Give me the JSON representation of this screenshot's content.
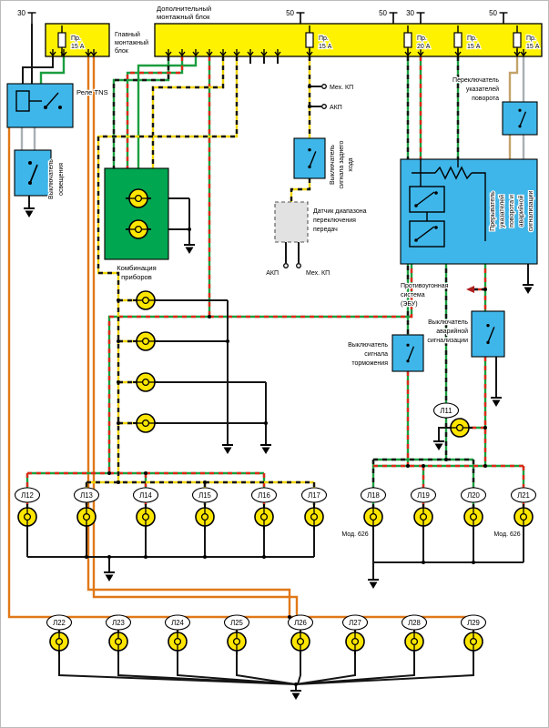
{
  "palette": {
    "wireOrange": "#e07818",
    "wireBlack": "#151515",
    "wireGreen": "#1a9e3f",
    "wireRed": "#e02818",
    "wireYellow": "#f0d400",
    "wireGray": "#a9b0b4",
    "wireTan": "#c3a36b",
    "blockYellow": "#fff200",
    "boxBlue": "#3fb6e9",
    "boxGreen": "#00a650",
    "boxGray": "#e2e2e2",
    "lampYellow": "#ffe600"
  },
  "labels": {
    "t30": "30",
    "t50": "50",
    "pr": "Пр.",
    "a15": "15 А",
    "a20": "20 А",
    "main1": "Главный",
    "main2": "монтажный",
    "main3": "блок",
    "add1": "Дополнительный",
    "add2": "монтажный блок",
    "relay": "Реле TNS",
    "sw": "Выключатель",
    "light2": "освещения",
    "cl1": "Комбинация",
    "cl2": "приборов",
    "mech": "Мех. КП",
    "akp": "АКП",
    "rev2": "сигнала заднего",
    "rev3": "хода",
    "sens1": "Датчик диапазона",
    "sens2": "переключения",
    "sens3": "передач",
    "turn1": "Переключатель",
    "turn2": "указателей",
    "turn3": "поворота",
    "fl1": "Прерыватель",
    "fl3": "поворота и",
    "fl4": "аварийной",
    "fl5": "сигнализации",
    "at1": "Противоугонная",
    "at2": "система",
    "at3": "(ЭБУ)",
    "br2": "сигнала",
    "br3": "торможения",
    "mod": "Мод. 626",
    "l11": "Л11",
    "l12": "Л12",
    "l13": "Л13",
    "l14": "Л14",
    "l15": "Л15",
    "l16": "Л16",
    "l17": "Л17",
    "l18": "Л18",
    "l19": "Л19",
    "l20": "Л20",
    "l21": "Л21",
    "l22": "Л22",
    "l23": "Л23",
    "l24": "Л24",
    "l25": "Л25",
    "l26": "Л26",
    "l27": "Л27",
    "l28": "Л28",
    "l29": "Л29"
  }
}
